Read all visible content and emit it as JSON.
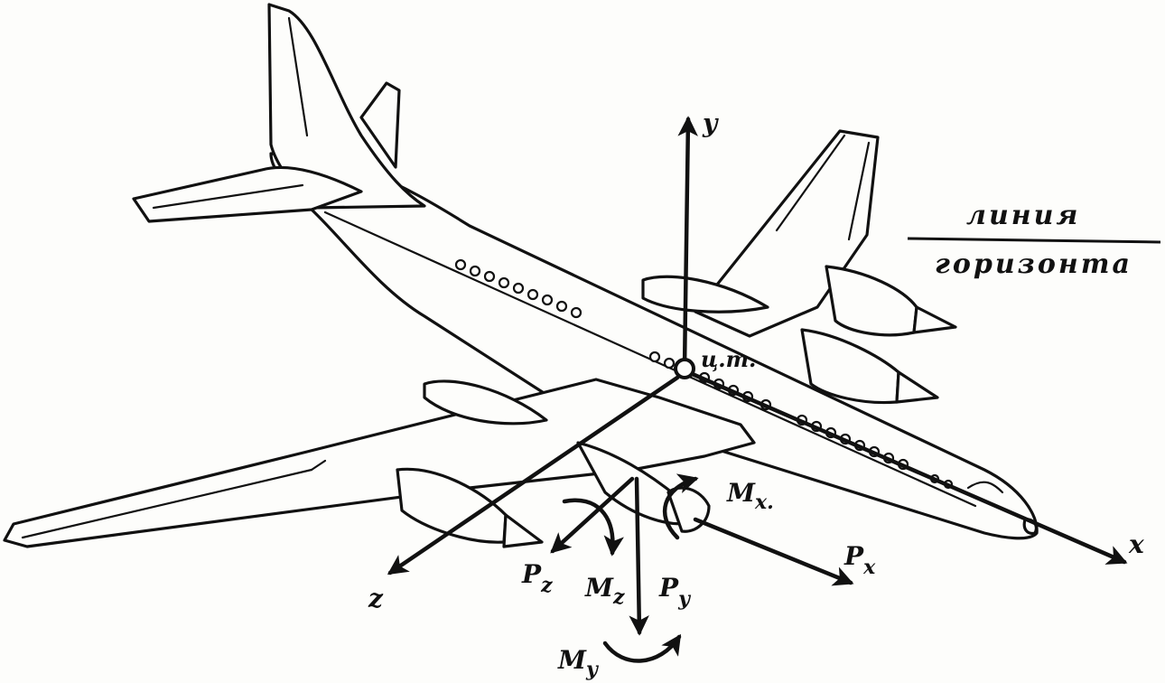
{
  "diagram": {
    "horizon_label": {
      "line1": "линия",
      "line2": "горизонта"
    },
    "cg_label": "ц.т.",
    "axes": {
      "x": "x",
      "y": "y",
      "z": "z"
    },
    "forces": {
      "px": "P",
      "px_sub": "x",
      "py": "P",
      "py_sub": "y",
      "pz": "P",
      "pz_sub": "z"
    },
    "moments": {
      "mx": "M",
      "mx_sub": "x.",
      "my": "M",
      "my_sub": "y",
      "mz": "M",
      "mz_sub": "z"
    }
  }
}
